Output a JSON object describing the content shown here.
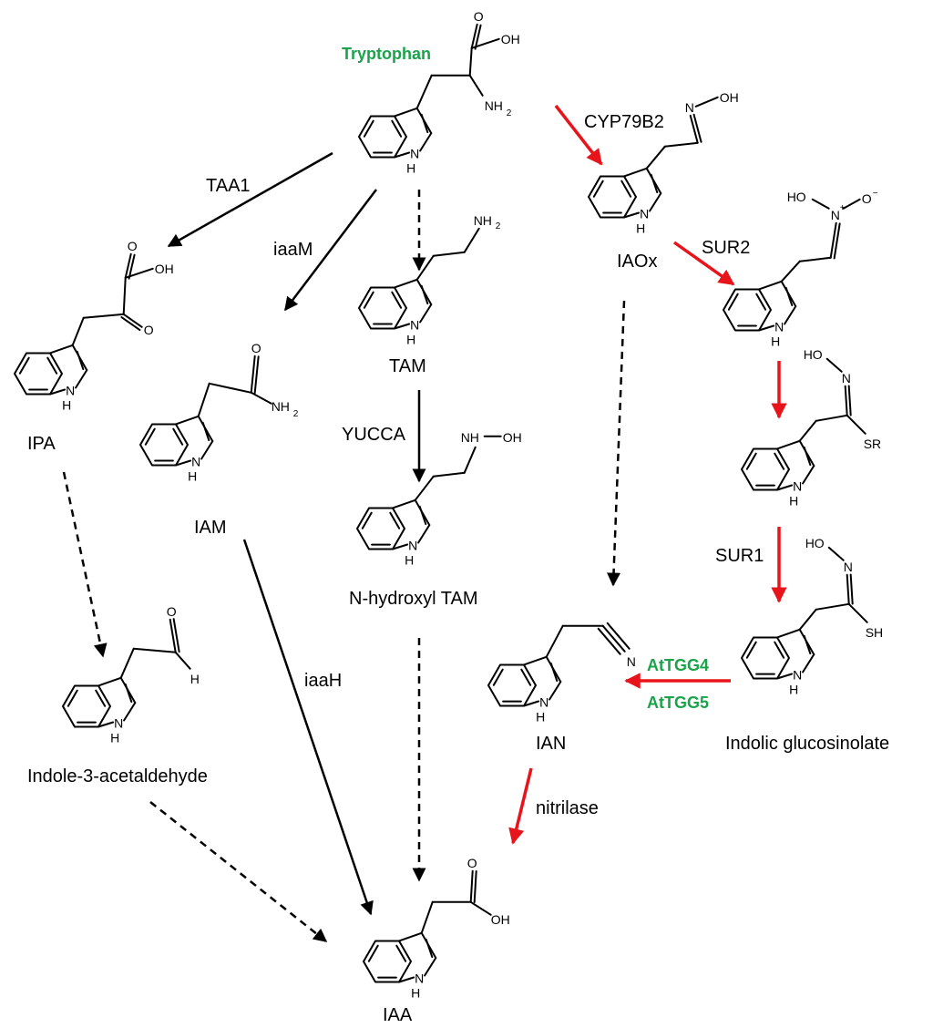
{
  "compounds": {
    "tryptophan": "Tryptophan",
    "iaox": "IAOx",
    "ipa": "IPA",
    "iam": "IAM",
    "tam": "TAM",
    "n_hydroxyl_tam": "N-hydroxyl TAM",
    "indole_3_acetaldehyde": "Indole-3-acetaldehyde",
    "ian": "IAN",
    "indolic_glucosinolate": "Indolic glucosinolate",
    "iaa": "IAA"
  },
  "enzymes": {
    "cyp79b2": "CYP79B2",
    "taa1": "TAA1",
    "iaam": "iaaM",
    "sur2": "SUR2",
    "yucca": "YUCCA",
    "sur1": "SUR1",
    "attgg4": "AtTGG4",
    "attgg5": "AtTGG5",
    "iaah": "iaaH",
    "nitrilase": "nitrilase"
  },
  "atoms": {
    "oh": "OH",
    "o": "O",
    "nh": "NH",
    "n": "N",
    "h": "H",
    "nh2": "NH",
    "sub2": "2",
    "sr": "SR",
    "sh": "SH",
    "ho": "HO",
    "plus": "+",
    "minus": "−"
  },
  "colors": {
    "highlight_text": "#1aa34a",
    "red_pathway": "#e8141b",
    "default": "#000000"
  },
  "arrow_styles": {
    "solid": "known enzymatic step",
    "dashed": "uncharacterized step",
    "red": "glucosinolate pathway"
  }
}
